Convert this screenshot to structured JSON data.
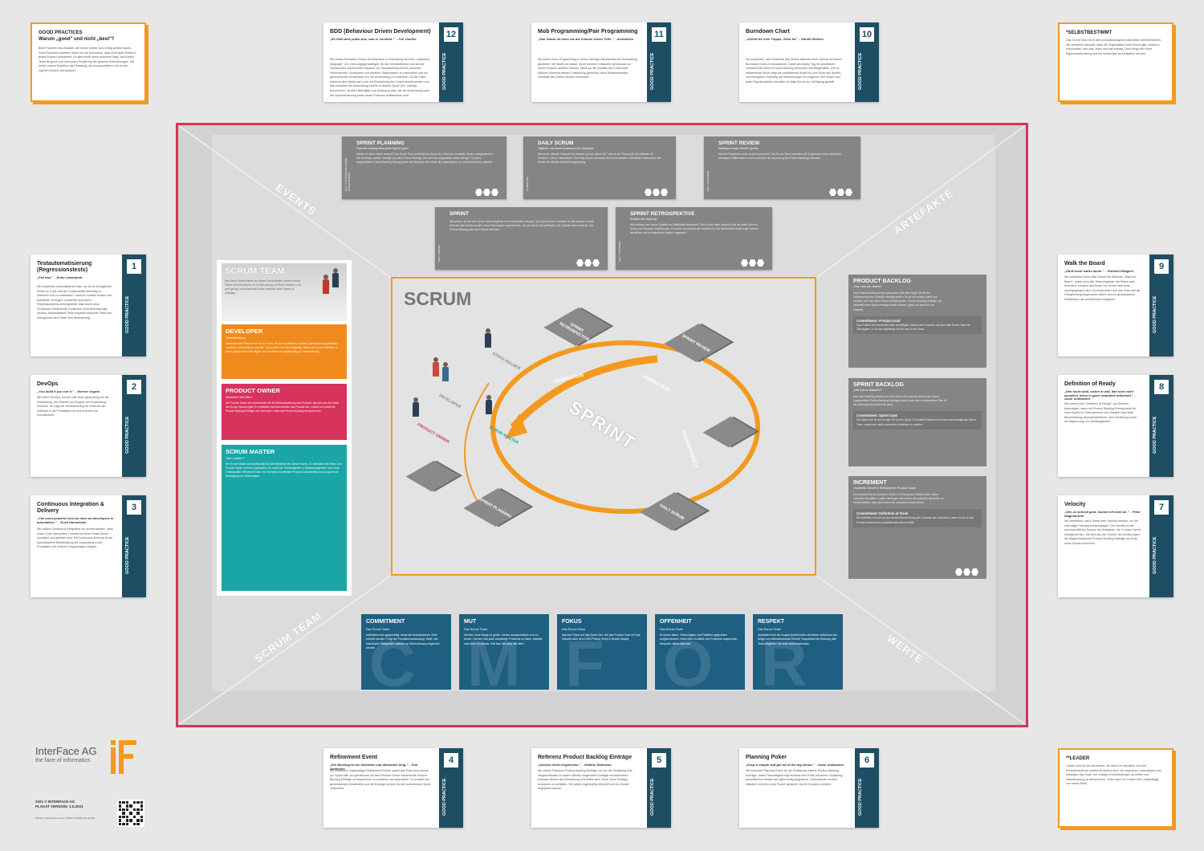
{
  "cards_top": [
    {
      "num": "12",
      "label": "GOOD PRACTICE",
      "title": "BDD (Behaviour Driven Development)",
      "quote": "„Es fühlt dich jedes Aus, was er versteht.\" – J.W. Goethe",
      "text": "Wir nutzen Behaviour Driven Development in Verbindung mit einer „ubiquitous language\", d.h. einer allgegenwärtigen, für alle Verständlichen und auf der Fachdomäne basierenden Sprache, um Verständnisprobleme zwischen Fachexperten, Developern und anderen Stakeholdern zu minimieren und ein gemeinsames Verständnis von der Anwendung zu entwickeln. Da die Tests während dem Sprint nach und mit Entwicklung des Codes erstellt werden und das Verhalten der Anwendung bereits in diesem Sprint (D.h. ständig beschrieben, ist allen Beteiligten von Anfang an klar, wie die Anwendung nach der Implementierung eines neuen Features funktionieren wird."
    },
    {
      "num": "11",
      "label": "GOOD PRACTICE",
      "title": "Mob Programming/Pair Programming",
      "quote": "„Das Ganze ist mehr als die Summe seiner Teile.\" – Aristoteles",
      "text": "Wir setzen beim Programming in einem wichtigen Bestandteil der Entwicklung gewichtet. Wir finden es klasse, wenn mehrere Entwickler gemeinsam an einem Problem arbeiten können. Nicht nur die Qualität des Codes wird dadurch während dessen Entstehung geschützt, auch Wissenstransfer innerhalb des Teams werden verbessert."
    },
    {
      "num": "10",
      "label": "GOOD PRACTICE",
      "title": "Burndown Chart",
      "quote": "„Schritt für eine Treppe, Zahn für\" – Daniel Wolters",
      "text": "Wir empfehlen, den Fortschritt des Teams während eines Sprints mit einem Burndown Chart zu visualisieren. Dabei wird jeden Tag die geschätzte verbleibende Arbeit im Sprint Backlog berechnet und festgehalten. Die so entstehende Kurve zeigt die verbleibende Arbeit bis zum Ende des Sprints, und ermöglicht, frühzeitig auf Abweichungen zu reagieren. Der Graph wird jeden Tag aktualisiert und allen im Daily Scrum zur Verfügung gestellt."
    }
  ],
  "cards_left": [
    {
      "num": "1",
      "label": "GOOD PRACTICE",
      "title": "Testautomatisierung (Regressionstests)",
      "quote": "„Fail fast.\" – Autor unbekannt",
      "text": "Wir empfehlen automatisierte Tests, da sie es ermöglichen, Fehler im Code und die Funktionalität frühzeitig zu erkennen und zu verbessern. Dadurch werden Kosten und Aufwände verringert. Zusätzlich wird durch Regressionstests sichergestellt, dass durch neue Funktionen bestehende Funktionen nicht beeinträchtigt werden. Automatisierte Tests ersparen manuelle Tests und ermöglichen dem Team eine Absicherung."
    },
    {
      "num": "2",
      "label": "GOOD PRACTICE",
      "title": "DevOps",
      "quote": "„You build it you run it.\" – Werner Vogels",
      "text": "Wir leben DevOps, da sich das Team gleichzeitig um die Entwicklung, den Betrieb und Support der Anwendung kümmert. So trägt die Verantwortung der Team für die Software in der Produktion bei und reduziert die Durchlaufzeit."
    },
    {
      "num": "3",
      "label": "GOOD PRACTICE",
      "title": "Continuous Integration & Delivery",
      "quote": "„The most powerful tool we have as developers is automation.\" – Scott Hanselman",
      "text": "Wir nutzen Continuous Integration um sicherzustellen, dass unser Code nach jedem Commit auf einem Build-Server kompiliert und getestet wird. Mit Continuous Delivery ist die automatisierte Bereitstellung der Anwendung in der Produktion und anderen Umgebungen möglich."
    }
  ],
  "cards_right": [
    {
      "num": "9",
      "label": "GOOD PRACTICE",
      "title": "Walk the Board",
      "quote": "„Stuff never walks alone.\" – Richard Rodgers",
      "text": "Wir empfehlen beim Daily Scrum die Methode „Walk the Board\", wobei nicht alle Teammitglieder der Reihe nach berichten, sondern das Board von rechts nach links durchgegangen wird. So konzentriert sich das Team auf die Fertigstellung begonnener Arbeit und ein gemeinsames Verständnis der anstehenden Aufgaben."
    },
    {
      "num": "8",
      "label": "GOOD PRACTICE",
      "title": "Definition of Ready",
      "quote": "„Wer nicht weiß, wohin er will, darf sich nicht wundern, wenn er ganz woanders ankommt.\" – Autor unbekannt",
      "text": "Wir nutzen eine „Definition of Ready\", um Kriterien festzulegen, wann ein Product Backlog Eintrag bereit für einen Sprint ist. Dazu gehören zum Beispiel eine klare Beschreibung, Akzeptanzkriterien, eine Schätzung sowie die Abgrenzung von Abhängigkeiten."
    },
    {
      "num": "7",
      "label": "GOOD PRACTICE",
      "title": "Velocity",
      "quote": "„Wer zu schnell geht, kommt oft nicht an.\" – Peter Wagenbrunn",
      "text": "Wir empfehlen, nach Teams eine Velocity messen, um die zukünftige Planung vorherzusagen. Die Velocity ist die durchschnittliche Summe der Aufwände, die in einem Sprint erledigt werden. Sie wird aus der Summe der Schätzungen der abgeschlossenen Product Backlog Einträge am Ende eines Sprints berechnet."
    }
  ],
  "cards_bottom": [
    {
      "num": "4",
      "label": "GOOD PRACTICE",
      "title": "Refinement Event",
      "quote": "„Ein Backlog ist ein lebendes und atmendes Ding.\" – Kim Anderson",
      "text": "Wir empfehlen regelmäßige Refinement Events, wobei das Team sich einmal pro Sprint trifft, um gemeinsam mit dem Product Owner anstehende Product Backlog Einträge zu besprechen, zu schätzen und aufzuteilen. Es entsteht ein gemeinsames Verständnis und die Einträge werden für den kommenden Sprint vorbereitet."
    },
    {
      "num": "5",
      "label": "GOOD PRACTICE",
      "title": "Referenz Product Backlog Einträge",
      "quote": "„Denken heißt vergleichen.\" – Walther Rathenau",
      "text": "Wir nutzen Referenz Product Backlog Einträge, um für die Schätzung eine Vergleichsbasis zu haben. Bereits umgesetzte Einträge mit bekanntem Aufwand dienen als Orientierung und helfen dem Team, neue Einträge konsistent zu schätzen. Sie sollten regelmäßig überprüft und bei Bedarf angepasst werden."
    },
    {
      "num": "6",
      "label": "GOOD PRACTICE",
      "title": "Planning Poker",
      "quote": "„Keep it simple and get rid of the big words.\" – Autor unbekannt",
      "text": "Wir benutzen Planning Poker für die Schätzung unserer Product Backlog Einträge. Jedes Teammitglied legt verdeckt eine Karte mit seiner Schätzung, anschließend werden alle gleichzeitig aufgedeckt. Unterschiede werden diskutiert und eine neue Runde gestartet, bis ein Konsens entsteht."
    }
  ],
  "corner_cards": {
    "top_left": {
      "title": "GOOD PRACTICES\nWarum „good\" und nicht „best\"?",
      "text": "Best Practices sind Ansätze, die immer wieder zum Erfolg geführt haben. Good Practices erweitern diese um die Erkenntnis, dass nicht jede Praktik in jedem Kontext funktioniert. Es gibt immer einen besseren Weg. Nicht jedes Team ist gleich und nicht jedes Projekt hat die gleichen Anforderungen. Wir sehen unsere Praktiken als Einladung, sie auszuprobieren und an den eigenen Kontext anzupassen."
    },
    "top_right": {
      "title": "*SELBSTBESTIMMT",
      "text": "Das Scrum Team ist in allen produktbezogenen Aktivitäten selbstbestimmt. Wir verstehen darunter, dass die Organisation ihnen Raum gibt, selbst zu entscheiden, wer was, wann und wie erledigt. Dies bringt eine hohe Eigenverantwortung und ein hohes Maß an Motivation mit sich."
    },
    "bottom_right": {
      "title": "**LEADER",
      "text": "Leader sind für uns Menschen, die durch ihr Verhalten und ihre Persönlichkeit ein Vorbild für andere sind. Sie inspirieren, unterstützen und befähigen das Team, die richtigen Entscheidungen zu treffen und Verantwortung zu übernehmen. Jeder kann ein Leader sein, unabhängig von seiner Rolle."
    }
  },
  "corners": {
    "events": "EVENTS",
    "artefakte": "ARTEFAKTE",
    "scrum_team": "SCRUM TEAM",
    "werte": "WERTE"
  },
  "events": [
    {
      "title": "SPRINT PLANNING",
      "sub": "Plant den Anfang eines jeden Sprint-Zyklus",
      "side": "MAX. 8 STUNDEN BEI EINEM MONATSSPRINT",
      "text": "Warum ist dieser Sprint wertvoll? Das Scrum Team erarbeitet ein Sprint-Ziel. Was kann in diesem Sprint erledigt werden? Die Developer wählen Einträge aus dem Product Backlog. Wie wird die ausgewählte Arbeit erledigt? Für jeden ausgewählten Product Backlog Eintrag planen die Developer die Arbeit, die notwendig ist, um ein Increment zu erstellen."
    },
    {
      "title": "DAILY SCRUM",
      "sub": "Täglicher und kurzer Austausch der Developer",
      "side": "15 MINUTEN",
      "text": "Wie ist der aktuelle Fortschritt im Hinblick auf das Sprint-Ziel? Was ist die Planung für die nächsten 24 Stunden? Gibt es Hindernisse? Das Daily Scrum verbessert die Kommunikation, identifiziert Hindernisse und fördert die schnelle Entscheidungsfindung."
    },
    {
      "title": "SPRINT REVIEW",
      "sub": "Verbessert einen Teil des Sprints",
      "side": "MAX. 4 STUNDEN",
      "text": "Welcher Fortschritt wurde im Sprint gemacht? Das Scrum Team präsentiert die Ergebnisse seiner Arbeit den wichtigsten Stakeholdern und es wird über die Anpassung des Product Backlogs diskutiert."
    },
    {
      "title": "SPRINT",
      "sub": "",
      "side": "MAX. 1 MONAT",
      "text": "Wie können wir mit dem Scrum Team möglichst viel Produktivität erzeugen? Der Sprint ist ein Container für alle anderen Events. Während des Sprints werden keine Änderungen vorgenommen, die das Sprint-Ziel gefährden. Die Qualität nimmt nicht ab. Das Product Backlog wird nach Bedarf verfeinert."
    },
    {
      "title": "SPRINT RETROSPEKTIVE",
      "sub": "Schließt den Sprint ab",
      "side": "MAX. 3 STUNDEN",
      "text": "Wie wirksam war unsere Qualität und Effektivität verbessern? Das Scrum Team überprüft, wie der letzte Sprint in Bezug auf Personen, Beziehungen, Prozesse und Werkzeuge verlaufen ist. Die hilfreichsten Änderungen werden identifiziert und so schnell wie möglich umgesetzt."
    }
  ],
  "scrum_team": {
    "title": "SCRUM TEAM",
    "text": "Das Scrum Team besteht aus einem Scrum Master, einem Product Owner und Developern. Es ist klein genug, um flink zu bleiben, und groß genug, um bedeutende Arbeit innerhalb eines Sprints zu erledigen.",
    "roles": [
      {
        "name": "DEVELOPER",
        "sub": "Verantwortung",
        "text": "Developer sind Personen im Scrum Team, die sich verpflichten, in jedem Sprint jeden Aspekt eines nutzbaren Increments zu erstellen. Sie erstellen den Sprint Backlog, halten sich an die Definition of Done, passen ihren Plan täglich an und ziehen sich gegenseitig zur Verantwortung.",
        "color": "#f08a1c"
      },
      {
        "name": "PRODUCT OWNER",
        "sub": "Maximiert den Wert",
        "text": "Der Product Owner ist verantwortlich für die Wertmaximierung des Produkts, das sich aus der Arbeit des Scrum Teams ergibt. Er entwickelt und kommuniziert das Produkt-Ziel, erstellt und ordnet die Product Backlog Einträge und stellt sicher, dass das Product Backlog transparent ist.",
        "color": "#d7335c"
      },
      {
        "name": "SCRUM MASTER",
        "sub": "True Leader**",
        "text": "Der Scrum Master ist verantwortlich für die Effektivität des Scrum Teams. Er unterstützt das Team, den Product Owner und die Organisation. Er coacht die Teammitglieder in Selbstmanagement und Cross-Funktionalität, hilft beim Finden von Techniken für effektive Product-Goal-Definition und sorgt für die Beseitigung von Hindernissen.",
        "color": "#1aa6a6"
      }
    ]
  },
  "scrum": {
    "title": "SCRUM",
    "sprint": "SPRINT",
    "adaptation": "ADAPTATION",
    "inspection": "INSPECTION",
    "transparency": "TRANSPARENCY",
    "stakeholder": "STAKE HOLDER",
    "developer": "DEVELOPER",
    "product_owner": "PRODUCT OWNER",
    "scrum_master": "SCRUM MASTER",
    "plates": [
      "SPRINT RETROSPECTIVE",
      "SPRINT REVIEW",
      "SPRINT PLANNING",
      "DAILY SCRUM"
    ]
  },
  "artefakte": [
    {
      "title": "PRODUCT BACKLOG",
      "sub": "„Das, was wir machen\"",
      "text": "Das Product Backlog ist eine geordnete Liste aller Dinge, die für die Verbesserung des Produkts benötigt werden. Es ist die einzige Quelle von Arbeiten, die vom Scrum Team erledigt werden. Product Backlog Einträge, die innerhalb eines Sprints erledigt werden können, gelten als bereit für die Auswahl.",
      "commit_title": "Commitment: Product Goal",
      "commit_text": "Das Produkt-Ziel beschreibt einen zukünftigen Zustand des Produkts und dient dem Scrum Team als Zielvorgabe. Es ist das langfristige Ziel für das Scrum Team."
    },
    {
      "title": "SPRINT BACKLOG",
      "sub": "„Wie soll es ablaufen?\"",
      "text": "Das Sprint Backlog besteht aus dem Sprint-Ziel (warum), den für den Sprint ausgewählten Product Backlog Einträgen (was) sowie einem umsetzbaren Plan für die Lieferung des Increments (wie).",
      "commit_title": "Commitment: Sprint Goal",
      "commit_text": "Das Sprint-Ziel ist das einzige Ziel für den Sprint. Es schafft Kohärenz und Fokus und ermutigt das Scrum Team, zusammen statt in getrennten Initiativen zu arbeiten."
    },
    {
      "title": "INCREMENT",
      "sub": "„Konkreter Schritt in Richtung des Product Goals\"",
      "text": "Ein Increment ist ein konkreter Schritt in Richtung des Produkt-Ziels. Jedes Increment ist additiv zu allen vorherigen Increments und gründlich überprüft, um sicherzustellen, dass alle Increments zusammen funktionieren.",
      "commit_title": "Commitment: Definition of Done",
      "commit_text": "Die Definition of Done ist eine formale Beschreibung des Zustands des Increments, wenn es die für das Produkt erforderlichen Qualitätsmaßnahmen erfüllt."
    }
  ],
  "werte": [
    {
      "title": "COMMITMENT",
      "sub": "Das Scrum Team",
      "text": "unterstützt sich gegenseitig, damit die beschlossenen Ziele erreicht werden. Folgt der Produktverantwortung. Weiß, wie individuelle Fähigkeiten optimal zur Zielerreichung eingesetzt werden.",
      "letter": "C"
    },
    {
      "title": "MUT",
      "sub": "Das Scrum Team",
      "text": "hat Mut, neue Wege zu gehen. Neues auszuprobieren und zu lernen. Hat den Mut auch schwierige Probleme zu lösen. Arbeitet nach dem Grundsatz „Fail fast, fail early, fail often\".",
      "letter": "M"
    },
    {
      "title": "FOKUS",
      "sub": "Das Scrum Team",
      "text": "legt den Fokus auf das Sprint-Ziel. Hat das Product Goal im Kopf. Handelt nach dem KISS-Prinzip (Keep it Simple Stupid).",
      "letter": "F"
    },
    {
      "title": "OFFENHEIT",
      "sub": "Das Scrum Team",
      "text": "ist neuen Ideen, Technologien und Praktiken gegenüber aufgeschlossen. Kann offen Konflikte und Probleme ansprechen. Bespricht offene Aktionen.",
      "letter": "O"
    },
    {
      "title": "RESPEKT",
      "sub": "Das Scrum Team",
      "text": "respektiert sich als Gruppe jeweils jeden einzelnen Individuum als fähige und selbstbestimmte Einheit. Respektiert die Meinung aller Teammitglieder, wie auch Außenstehender.",
      "letter": "R"
    }
  ],
  "footer": {
    "company": "InterFace AG",
    "tagline": "the face of informatics",
    "copyright": "2021 © INTERFACE AG",
    "version": "PLAKAT VERSION: 1.0.2021",
    "small": "Weitere Informationen unter WWW.INTERFACE-AG.DE"
  },
  "colors": {
    "frame": "#d6345a",
    "orange": "#f39a1e",
    "teal_dark": "#1e4e63",
    "blue": "#1f5f82"
  }
}
